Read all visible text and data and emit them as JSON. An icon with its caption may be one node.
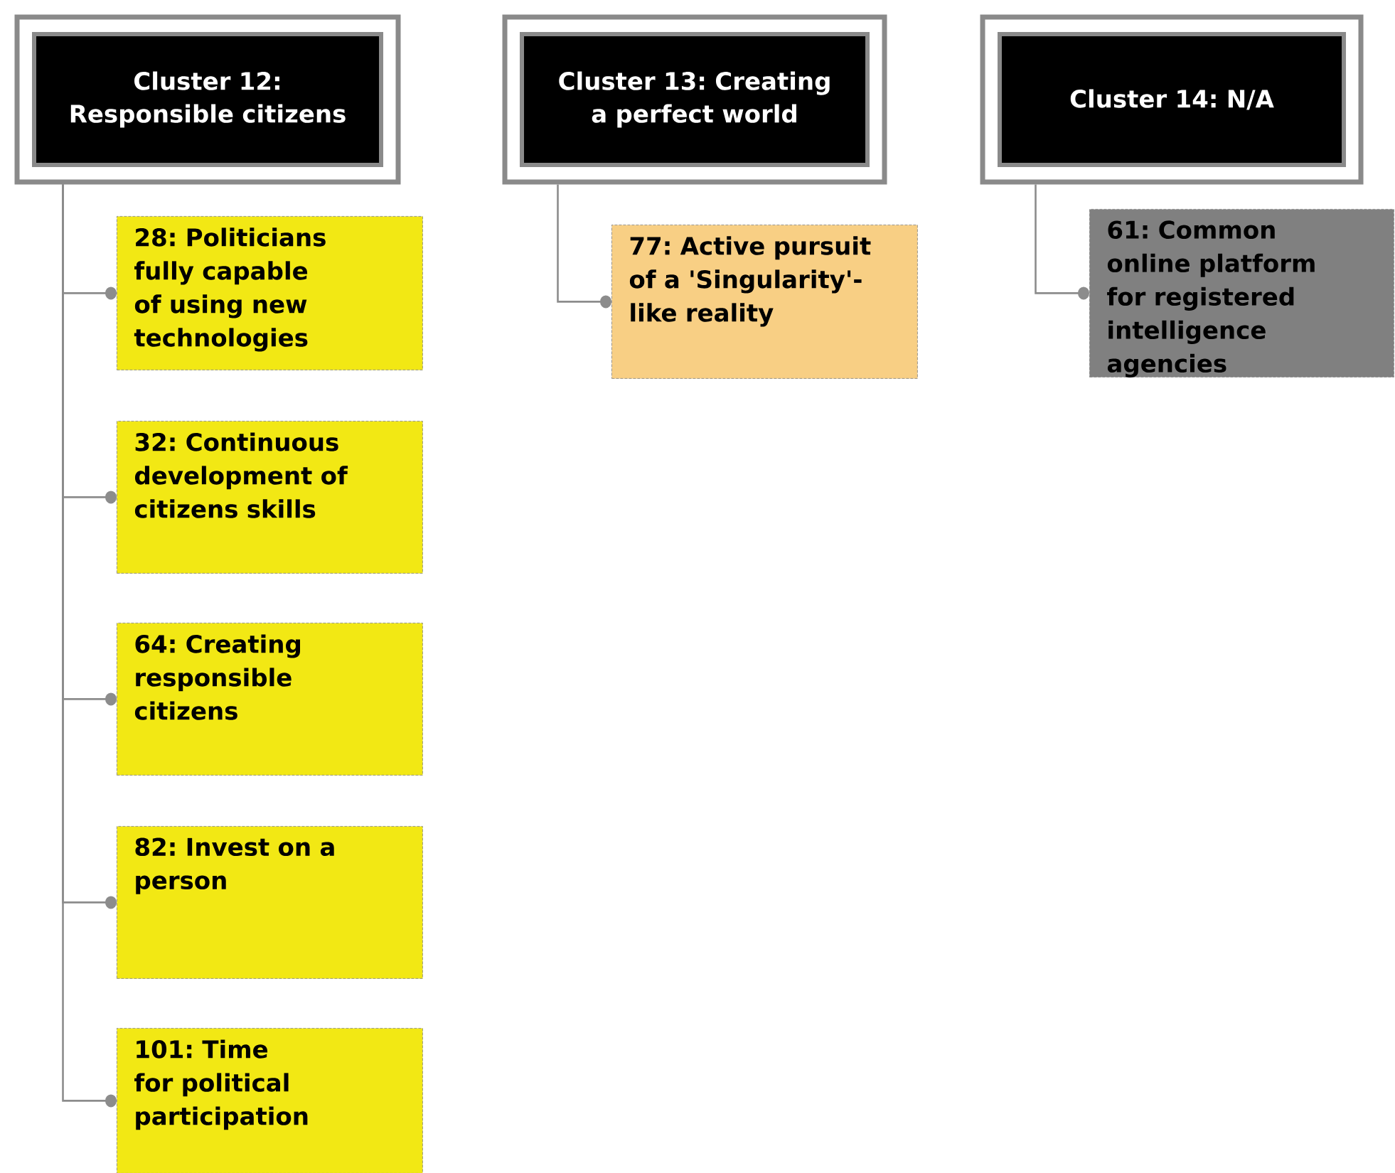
{
  "diagram": {
    "nodes": [
      {
        "text": [
          "Cluster 12: Responsible citizens"
        ]
      },
      {
        "text": [
          "Cluster 13: Creating a perfect world"
        ]
      },
      {
        "text": [
          "Cluster 14: N/A"
        ]
      },
      {
        "text": [
          "28: Politicians fully capable of using new technologies"
        ]
      },
      {
        "text": [
          "32: Continuous development of citizens skills"
        ]
      },
      {
        "text": [
          "64: Creating responsible citizens"
        ]
      },
      {
        "text": [
          "82: Invest on a person"
        ]
      },
      {
        "text": [
          "101: Time for political participation"
        ]
      },
      {
        "text": [
          "77: Active pursuit of a 'Singularity'-like reality"
        ]
      },
      {
        "text": [
          "61: Common online platform for registered intelligence agencies"
        ]
      }
    ],
    "edges": [
      {
        "from": 0,
        "to": 3,
        "arrow": "other"
      },
      {
        "from": 0,
        "to": 4,
        "arrow": "other"
      },
      {
        "from": 0,
        "to": 5,
        "arrow": "other"
      },
      {
        "from": 0,
        "to": 6,
        "arrow": "other"
      },
      {
        "from": 0,
        "to": 7,
        "arrow": "other"
      },
      {
        "from": 1,
        "to": 8,
        "arrow": "other"
      },
      {
        "from": 2,
        "to": 9,
        "arrow": "other"
      }
    ]
  }
}
